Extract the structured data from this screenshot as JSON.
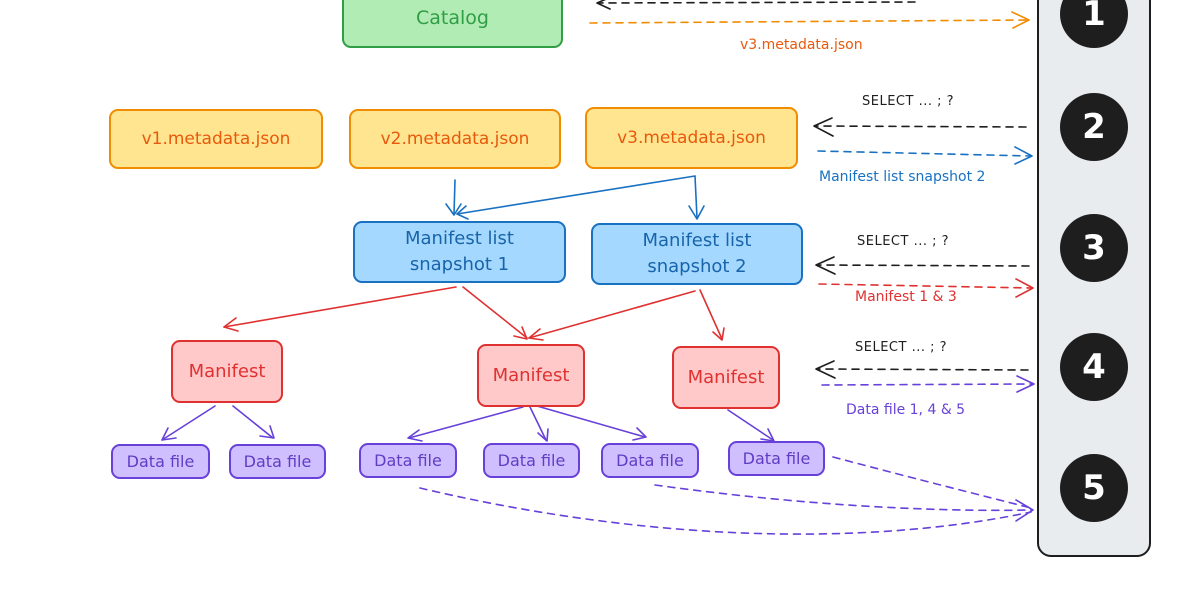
{
  "catalog": {
    "label": "Catalog"
  },
  "metadata_files": [
    "v1.metadata.json",
    "v2.metadata.json",
    "v3.metadata.json"
  ],
  "manifest_lists": [
    {
      "line1": "Manifest list",
      "line2": "snapshot 1"
    },
    {
      "line1": "Manifest list",
      "line2": "snapshot 2"
    }
  ],
  "manifests": [
    "Manifest",
    "Manifest",
    "Manifest"
  ],
  "data_files": [
    "Data file",
    "Data file",
    "Data file",
    "Data file",
    "Data file",
    "Data file"
  ],
  "annotations": {
    "step1_response": "v3.metadata.json",
    "step2_query": "SELECT ... ; ?",
    "step2_response": "Manifest list snapshot 2",
    "step3_query": "SELECT ... ; ?",
    "step3_response": "Manifest 1 & 3",
    "step4_query": "SELECT ... ; ?",
    "step4_response": "Data file 1, 4 & 5"
  },
  "steps": [
    "1",
    "2",
    "3",
    "4",
    "5"
  ],
  "colors": {
    "catalog": "#2f9e44",
    "metadata": "#f08c00",
    "manifest_list": "#1971c2",
    "manifest": "#e03131",
    "data_file": "#6741d9",
    "query": "#1e1e1e"
  }
}
